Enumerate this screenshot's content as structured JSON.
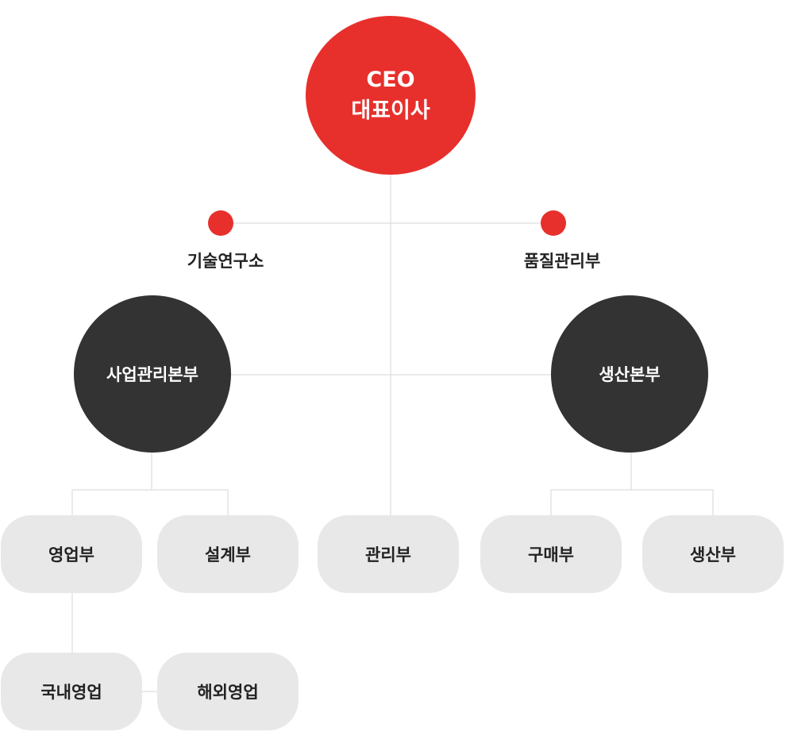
{
  "ceo": {
    "title_en": "CEO",
    "title_ko": "대표이사"
  },
  "staff": {
    "lab": "기술연구소",
    "qa": "품질관리부"
  },
  "divisions": {
    "business": "사업관리본부",
    "production": "생산본부"
  },
  "departments": {
    "sales": "영업부",
    "design": "설계부",
    "admin": "관리부",
    "purchase": "구매부",
    "production": "생산부"
  },
  "sub_departments": {
    "domestic_sales": "국내영업",
    "overseas_sales": "해외영업"
  },
  "colors": {
    "accent_red": "#e7302c",
    "division_dark": "#333333",
    "department_gray": "#e8e8e8",
    "connector": "#d6d6d6"
  }
}
